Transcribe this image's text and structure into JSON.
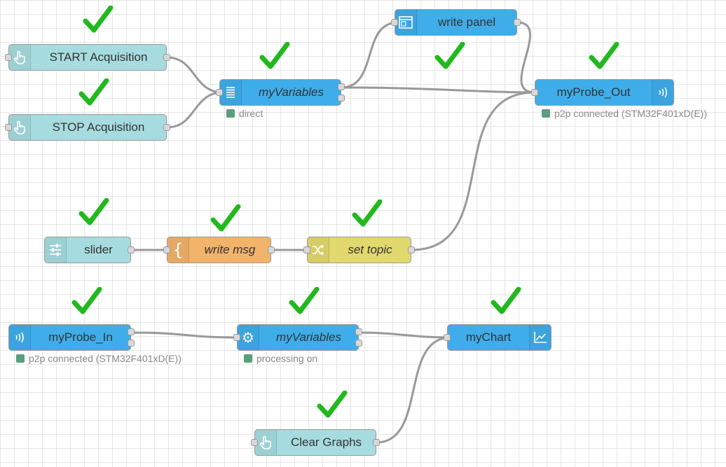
{
  "colors": {
    "inject": "#a6dcdf",
    "probe": "#3fadea",
    "function": "#f2b36b",
    "change": "#e2d96e",
    "slider": "#a6dcdf",
    "check": "#22b81e",
    "status_dot": "#5a9e7f",
    "wire": "#999999"
  },
  "nodes": {
    "start_acquisition": {
      "label": "START Acquisition",
      "icon": "hand-pointer-icon"
    },
    "stop_acquisition": {
      "label": "STOP Acquisition",
      "icon": "hand-pointer-icon"
    },
    "myvariables_out": {
      "label": "myVariables",
      "icon": "list-icon",
      "status": "direct"
    },
    "write_panel": {
      "label": "write panel",
      "icon": "window-icon"
    },
    "myprobe_out": {
      "label": "myProbe_Out",
      "icon": "signal-icon",
      "status": "p2p connected (STM32F401xD(E))"
    },
    "slider": {
      "label": "slider",
      "icon": "sliders-icon"
    },
    "write_msg": {
      "label": "write msg",
      "icon": "brace-icon"
    },
    "set_topic": {
      "label": "set topic",
      "icon": "shuffle-icon"
    },
    "myprobe_in": {
      "label": "myProbe_In",
      "icon": "signal-icon",
      "status": "p2p connected (STM32F401xD(E))"
    },
    "myvariables_proc": {
      "label": "myVariables",
      "icon": "gear-icon",
      "status": "processing on"
    },
    "mychart": {
      "label": "myChart",
      "icon": "line-chart-icon"
    },
    "clear_graphs": {
      "label": "Clear Graphs",
      "icon": "hand-pointer-icon"
    }
  }
}
